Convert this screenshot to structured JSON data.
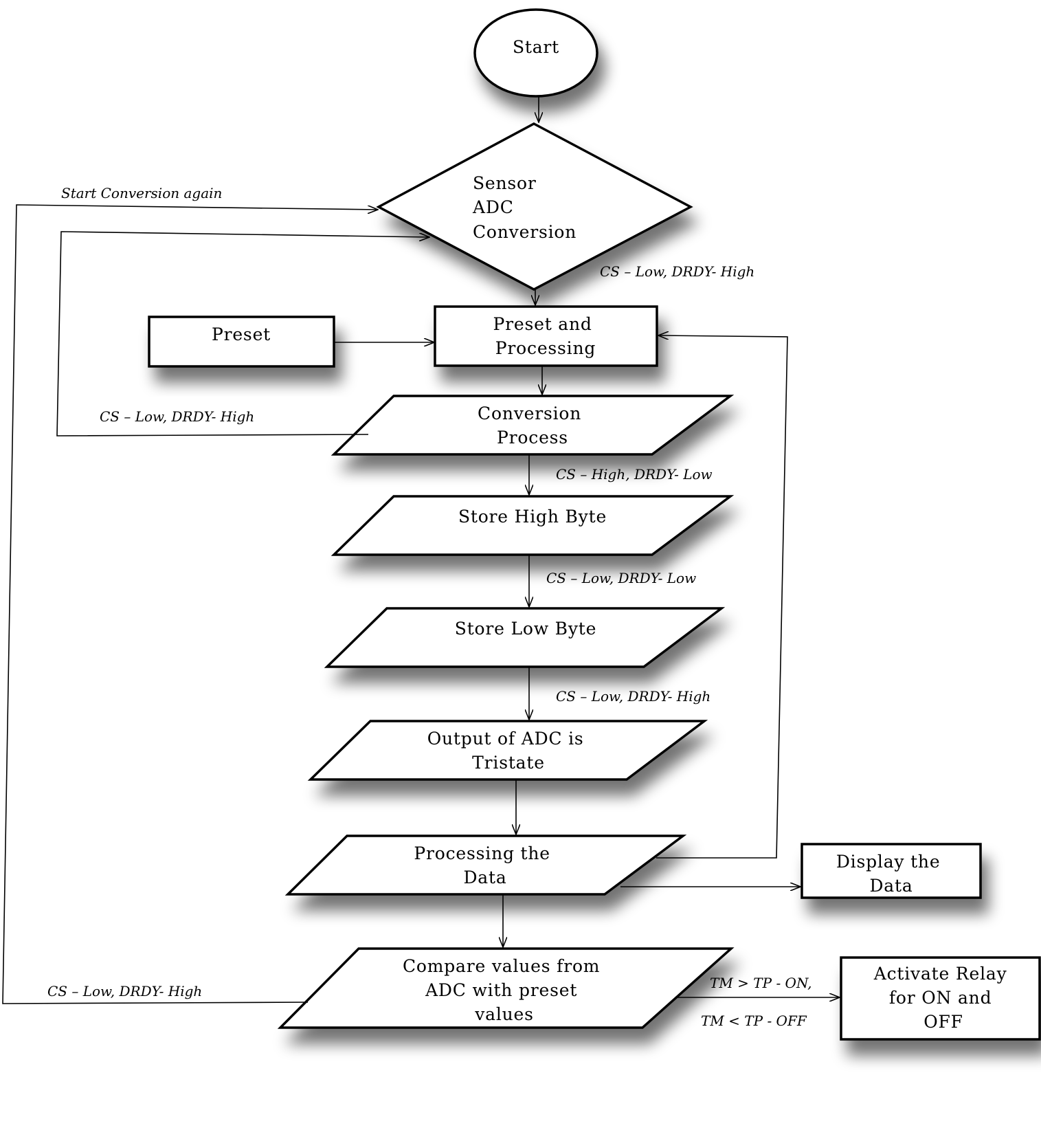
{
  "nodes": {
    "start": "Start",
    "sensor_adc": [
      "Sensor",
      "ADC",
      "Conversion"
    ],
    "preset": "Preset",
    "preset_processing": [
      "Preset and",
      "Processing"
    ],
    "conversion_process": [
      "Conversion",
      "Process"
    ],
    "store_high": "Store High Byte",
    "store_low": "Store Low Byte",
    "output_tristate": [
      "Output of ADC is",
      "Tristate"
    ],
    "processing_data": [
      "Processing the",
      "Data"
    ],
    "display_data": [
      "Display the",
      "Data"
    ],
    "compare_values": [
      "Compare values from",
      "ADC with preset",
      "values"
    ],
    "activate_relay": [
      "Activate Relay",
      "for ON and",
      "OFF"
    ]
  },
  "labels": {
    "start_again": "Start Conversion again",
    "after_sensor": "CS – Low, DRDY- High",
    "loop_conversion": "CS – Low, DRDY- High",
    "after_conversion": "CS – High, DRDY- Low",
    "after_high_byte": "CS – Low, DRDY- Low",
    "after_low_byte": "CS – Low, DRDY- High",
    "loop_compare": "CS – Low, DRDY- High",
    "relay_on_condition": "TM > TP - ON,",
    "relay_off_condition": "TM < TP - OFF"
  }
}
